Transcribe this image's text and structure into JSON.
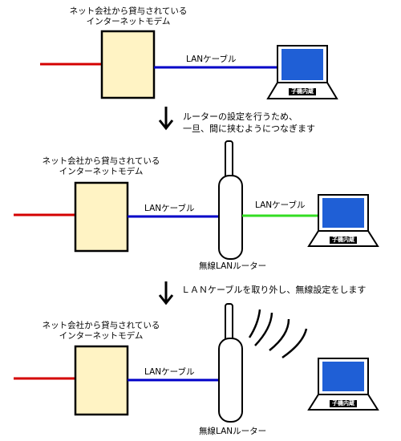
{
  "colors": {
    "modem_fill": "#fff3c4",
    "line_red": "#d40000",
    "line_blue": "#0000c8",
    "line_green": "#33dd22",
    "screen": "#1f5fd6"
  },
  "panel1": {
    "modem_label_1": "ネット会社から貸与されている",
    "modem_label_2": "インターネットモデム",
    "cable_label": "LANケーブル",
    "pc_tag": "子機内蔵"
  },
  "step1": {
    "line1": "ルーターの設定を行うため、",
    "line2": "一旦、間に挟むようにつなぎます"
  },
  "panel2": {
    "modem_label_1": "ネット会社から貸与されている",
    "modem_label_2": "インターネットモデム",
    "cable_label_blue": "LANケーブル",
    "cable_label_green": "LANケーブル",
    "router_label": "無線LANルーター",
    "pc_tag": "子機内蔵"
  },
  "step2": {
    "line1": "ＬＡＮケーブルを取り外し、無線設定をします"
  },
  "panel3": {
    "modem_label_1": "ネット会社から貸与されている",
    "modem_label_2": "インターネットモデム",
    "cable_label": "LANケーブル",
    "router_label": "無線LANルーター",
    "pc_tag": "子機内蔵"
  },
  "icons": {
    "arrow": "down-arrow-icon",
    "pc": "laptop-icon",
    "router": "router-icon",
    "waves": "wireless-waves-icon"
  }
}
